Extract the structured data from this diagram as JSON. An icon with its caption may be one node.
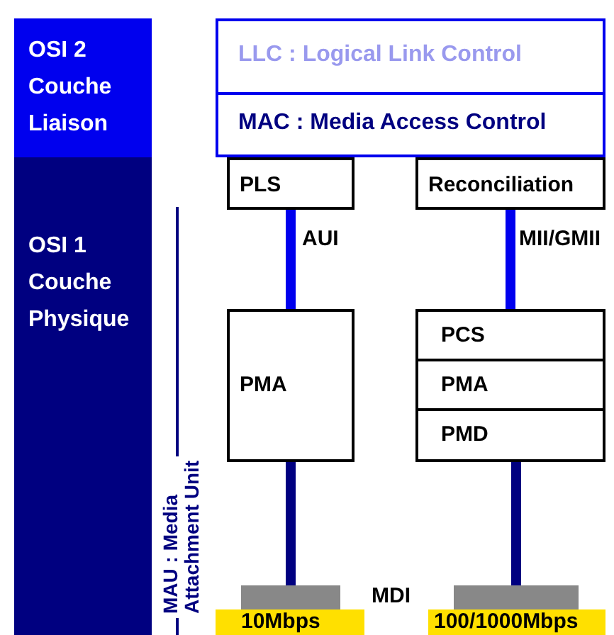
{
  "diagram": {
    "nodes": [
      {
        "text": [
          "OSI 2 Couche Liaison"
        ]
      },
      {
        "text": [
          "OSI 1 Couche Physique"
        ]
      },
      {
        "text": [
          "LLC : Logical Link Control"
        ]
      },
      {
        "text": [
          "MAC : Media Access Control"
        ]
      },
      {
        "text": [
          "PLS"
        ]
      },
      {
        "text": [
          "Reconciliation"
        ]
      },
      {
        "text": [
          "PMA"
        ]
      },
      {
        "text": [
          "PCS"
        ]
      },
      {
        "text": [
          "PMA"
        ]
      },
      {
        "text": [
          "PMD"
        ]
      },
      {
        "text": [],
        "shape": "bar"
      },
      {
        "text": [],
        "shape": "bar"
      },
      {
        "text": [
          "10Mbps"
        ]
      },
      {
        "text": [
          "100/1000Mbps"
        ]
      }
    ],
    "edges": [
      {
        "from": 4,
        "to": 6,
        "arrow": "none",
        "label": "AUI",
        "color": "#0000ee"
      },
      {
        "from": 5,
        "to": 7,
        "arrow": "none",
        "label": "MII/GMII",
        "color": "#0000ee"
      },
      {
        "from": 6,
        "to": 10,
        "arrow": "none",
        "color": "#000080"
      },
      {
        "from": 9,
        "to": 11,
        "arrow": "none",
        "color": "#000080"
      }
    ],
    "labels": [
      "MAU : Media Attachment Unit",
      "MDI"
    ]
  }
}
